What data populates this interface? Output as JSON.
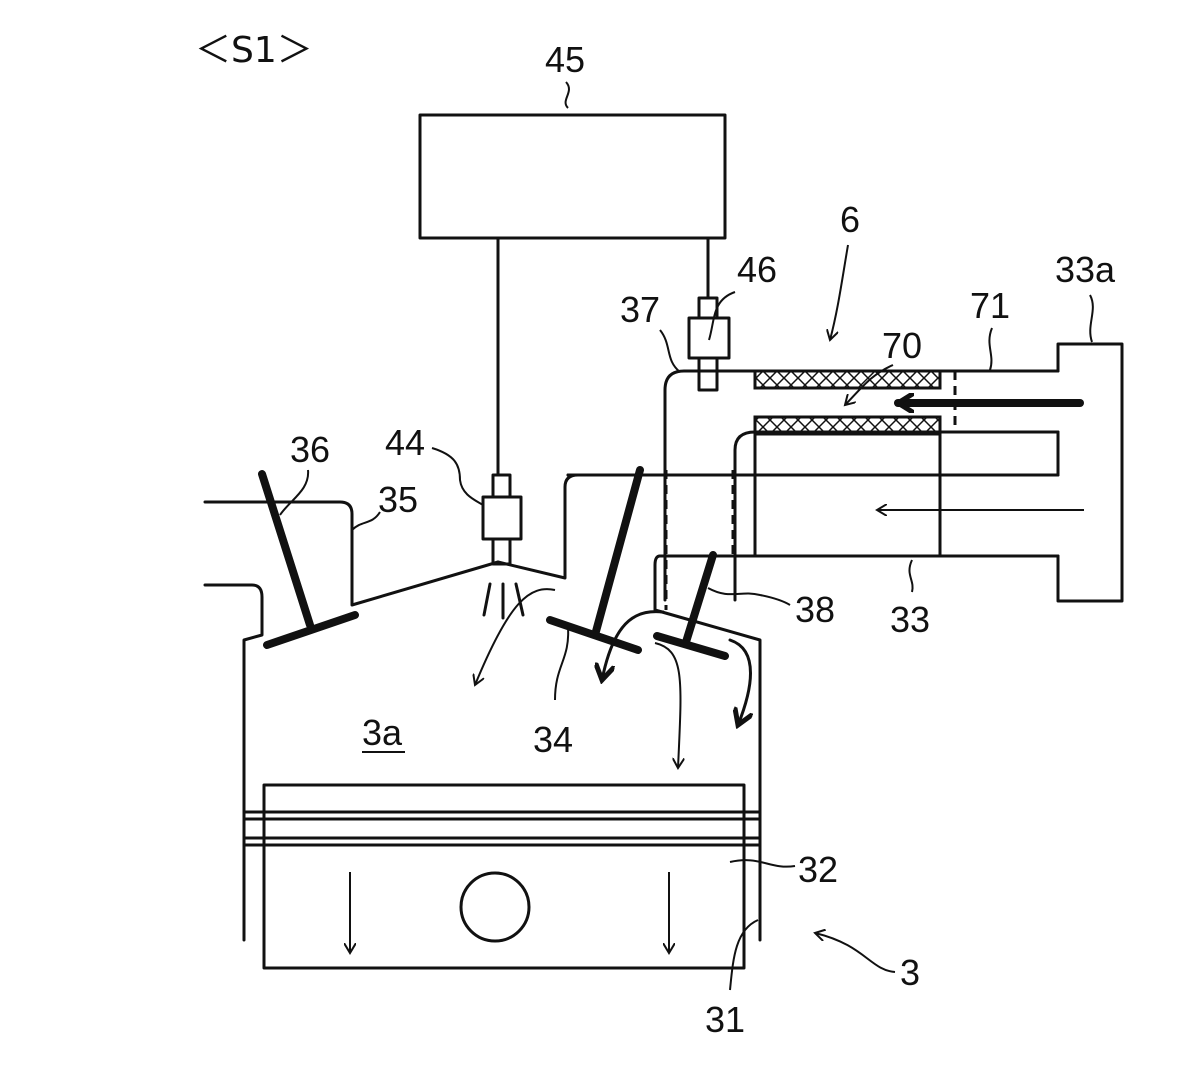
{
  "figure": {
    "title": "＜S1＞",
    "labels": {
      "l45": "45",
      "l46": "46",
      "l6": "6",
      "l33a": "33a",
      "l37": "37",
      "l71": "71",
      "l70": "70",
      "l36": "36",
      "l44": "44",
      "l35": "35",
      "l38": "38",
      "l33": "33",
      "l34": "34",
      "l3a": "3a",
      "l32": "32",
      "l3": "3",
      "l31": "31"
    },
    "components": {
      "45": "controller-box",
      "46": "injector-upper",
      "44": "injector-center",
      "6": "intake-assembly",
      "70": "inner-passage",
      "71": "outer-pipe",
      "33": "intake-port",
      "33a": "intake-flange",
      "34": "intake-valve",
      "35": "exhaust-port-wall",
      "36": "exhaust-valve",
      "37": "port-wall",
      "38": "secondary-valve",
      "3": "engine",
      "3a": "combustion-chamber",
      "31": "cylinder",
      "32": "piston"
    },
    "colors": {
      "ink": "#111111",
      "background": "#ffffff"
    }
  }
}
